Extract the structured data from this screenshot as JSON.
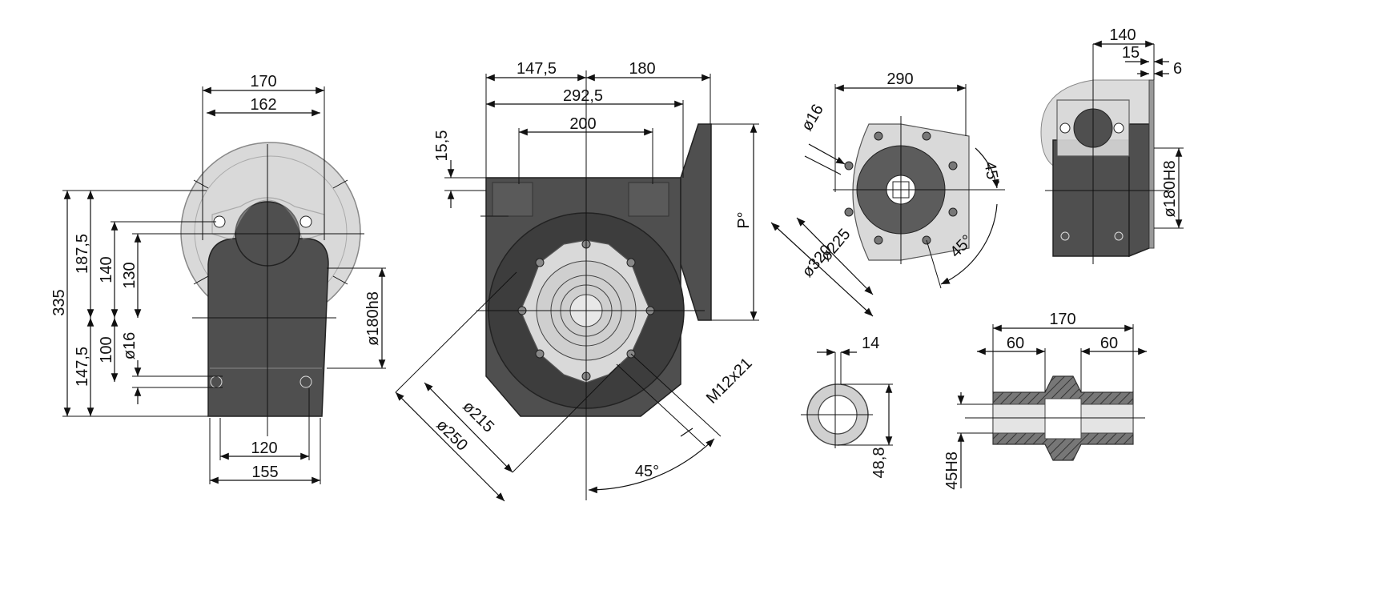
{
  "colors": {
    "body": "#4f4f4f",
    "flange": "#d9d9d9",
    "line": "#111111"
  },
  "left_view": {
    "dims": {
      "w170": "170",
      "w162": "162",
      "h335": "335",
      "h187": "187,5",
      "h140": "140",
      "h130": "130",
      "h147": "147,5",
      "h100": "100",
      "d16": "ø16",
      "w120": "120",
      "w155": "155",
      "d180": "ø180h8"
    }
  },
  "center_view": {
    "dims": {
      "w147": "147,5",
      "w180": "180",
      "w292": "292,5",
      "w200": "200",
      "h15": "15,5",
      "p": "P°",
      "m12": "M12x21",
      "d215": "ø215",
      "d250": "ø250",
      "a45": "45°"
    }
  },
  "flange_view": {
    "dims": {
      "w290": "290",
      "d16": "ø16",
      "a45a": "45°",
      "d225": "ø225",
      "d320": "ø320",
      "a45b": "45°"
    }
  },
  "side_view": {
    "dims": {
      "w140": "140",
      "w15": "15",
      "w6": "6",
      "d180": "ø180H8"
    }
  },
  "key_view": {
    "dims": {
      "w14": "14",
      "h48": "48,8"
    }
  },
  "shaft_view": {
    "dims": {
      "w170": "170",
      "w60a": "60",
      "w60b": "60",
      "d45": "45H8"
    }
  }
}
